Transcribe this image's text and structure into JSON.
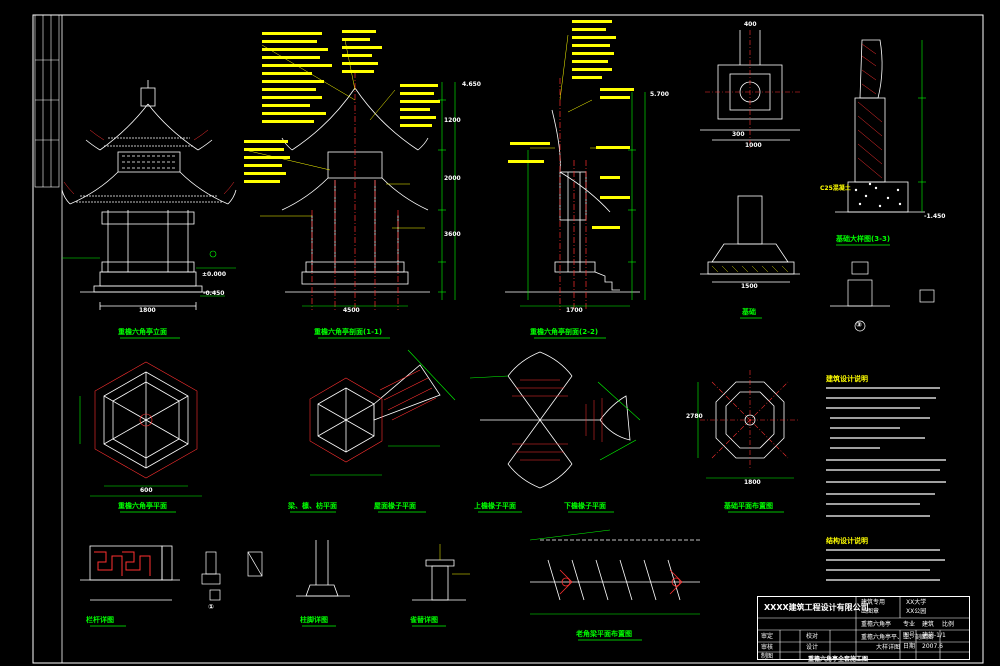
{
  "drawing": {
    "views": {
      "front_elevation": "重檐六角亭立面",
      "section_1": "重檐六角亭剖面(1-1)",
      "section_2": "重檐六角亭剖面(2-2)",
      "plan": "重檐六角亭平面",
      "beam_plan": "梁、檩、枋平面",
      "roof_framing": "屋面椽子平面",
      "upper_roof": "上檐椽子平面",
      "lower_roof": "下檐椽子平面",
      "foundation_plan": "基础平面布置图",
      "foundation_detail": "基础大样图(3-3)",
      "detail_1": "①",
      "detail_3": "③",
      "railing": "栏杆详图",
      "column_detail": "柱脚详图",
      "bracket": "雀替详图",
      "roof_frame_plan": "老角梁平面布置图",
      "footing": "基础"
    },
    "notes": {
      "title": "建筑设计说明",
      "structure_title": "结构设计说明"
    },
    "dims": {
      "d1": "1800",
      "d2": "4500",
      "d3": "1700",
      "d4": "1200",
      "d5": "2000",
      "d6": "3600",
      "d7": "±0.000",
      "d8": "-0.450",
      "d9": "1000",
      "d10": "300",
      "d11": "400",
      "d12": "1500",
      "d13": "600",
      "d14": "2780",
      "d15": "1800",
      "d16": "-1.450",
      "d17": "5.700",
      "d18": "4.650",
      "d19": "C25混凝土"
    }
  },
  "title_block": {
    "company": "XXXX建筑工程设计有限公司",
    "seal1": "建筑专用",
    "seal2": "出图章",
    "client": "XX大学",
    "project": "XX公园",
    "sub_project": "重檐六角亭",
    "drawing_name": "重檐六角亭平、立、剖面图",
    "drawing_name2": "大样详图",
    "r1": "审定",
    "r2": "审核",
    "r3": "校对",
    "r4": "设计",
    "r5": "制图",
    "r6": "专业",
    "r7": "建筑",
    "r8": "比例",
    "r9": "图号",
    "r10": "建施-1/1",
    "r11": "日期",
    "r12": "2007.6",
    "footer": "重檐六角亭全套施工图"
  },
  "colors": {
    "background": "#000000",
    "line_white": "#ffffff",
    "line_red": "#ff3030",
    "line_green": "#00ff00",
    "line_yellow": "#ffff00",
    "line_cyan": "#00ffff",
    "line_magenta": "#ff00ff"
  }
}
